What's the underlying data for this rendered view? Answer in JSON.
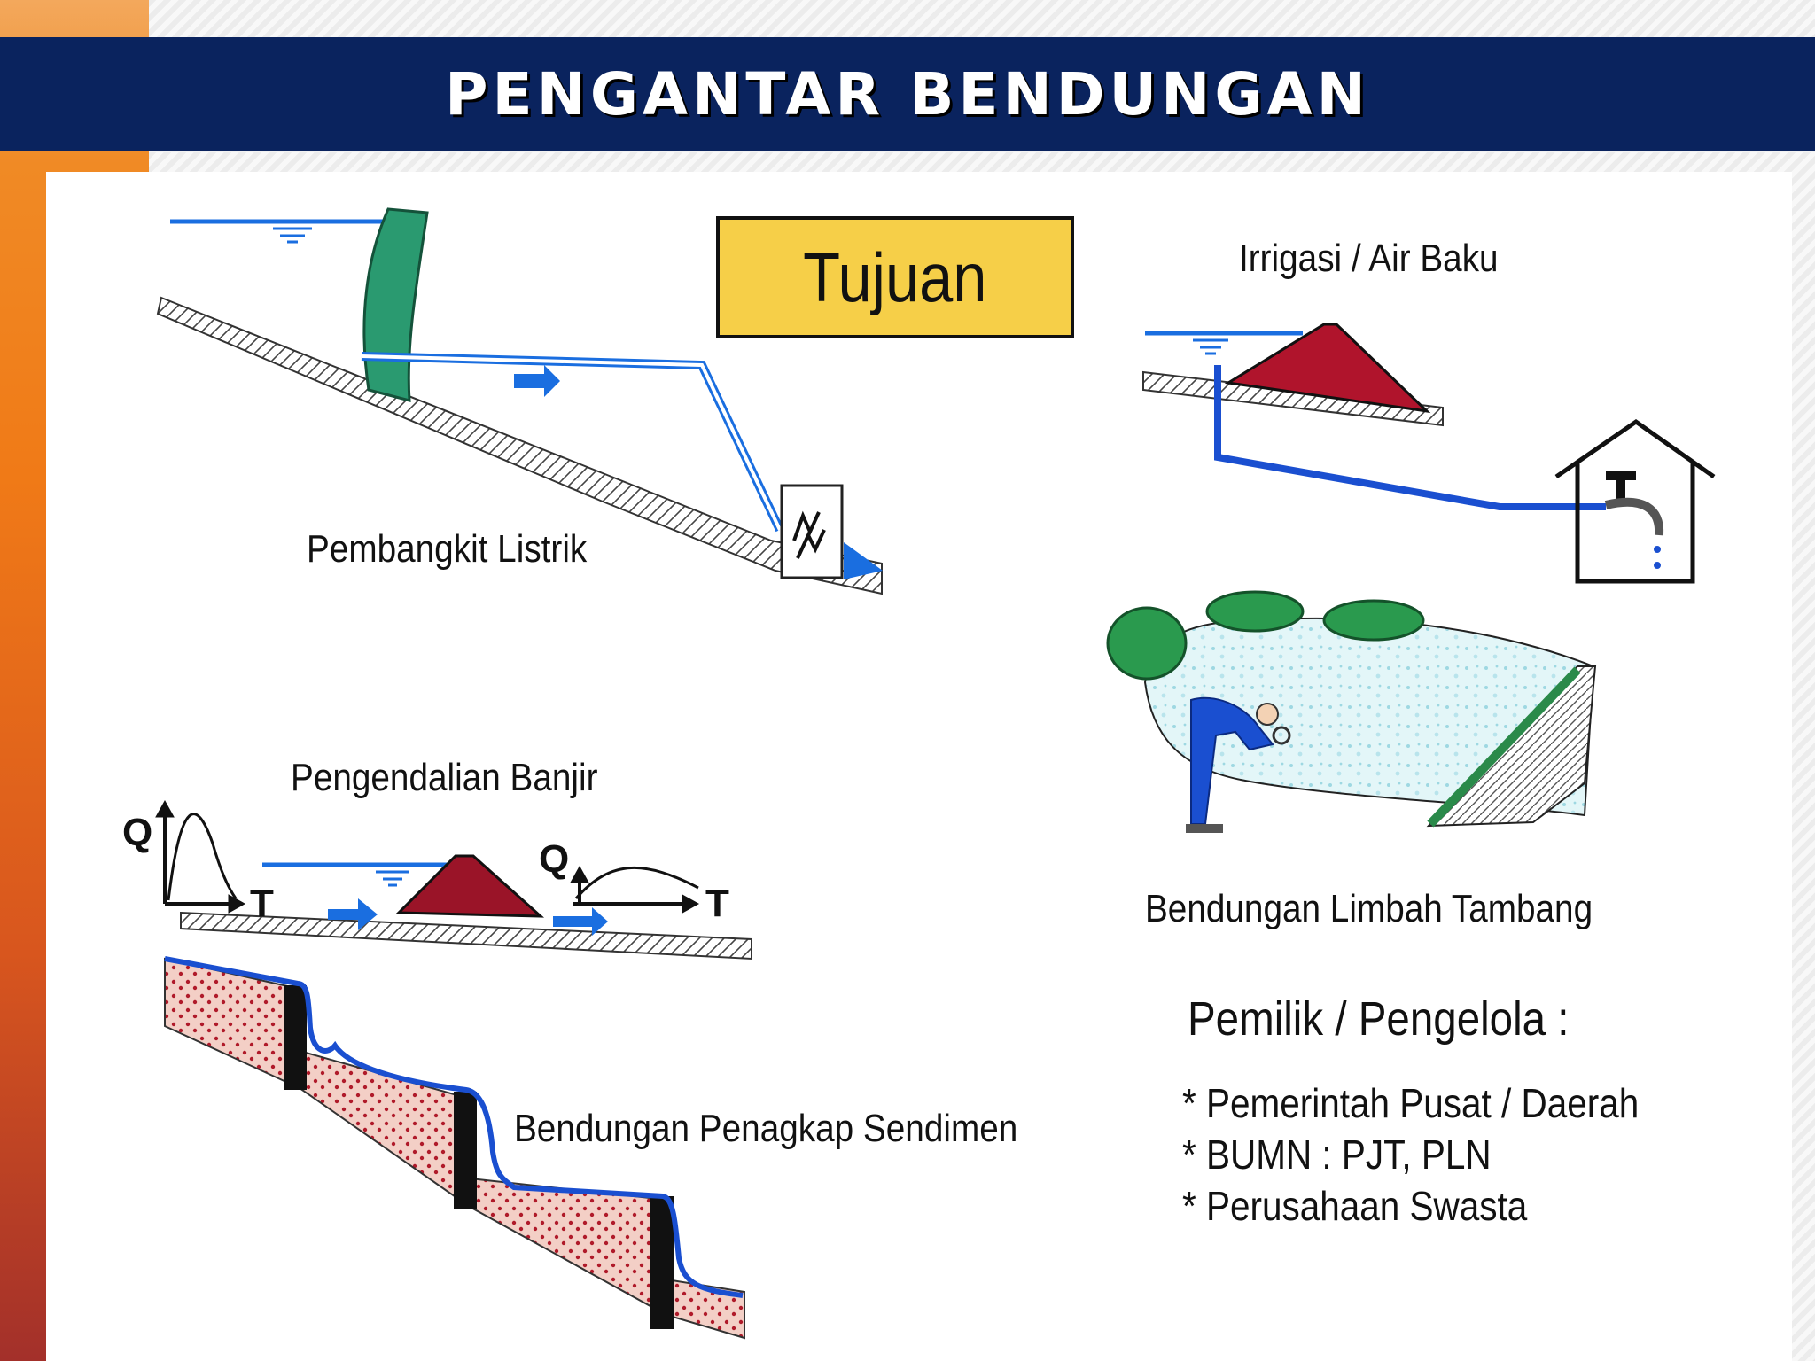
{
  "header": {
    "title": "PENGANTAR BENDUNGAN"
  },
  "tujuan": {
    "label": "Tujuan"
  },
  "labels": {
    "pembangkit": "Pembangkit Listrik",
    "irrigasi": "Irrigasi / Air Baku",
    "banjir": "Pengendalian Banjir",
    "limbah": "Bendungan Limbah Tambang",
    "sedimen": "Bendungan Penagkap Sendimen"
  },
  "flood_axes": {
    "q_left": "Q",
    "t_left": "T",
    "q_right": "Q",
    "t_right": "T"
  },
  "owners": {
    "title": "Pemilik / Pengelola :",
    "items": [
      "* Pemerintah Pusat / Daerah",
      "* BUMN : PJT, PLN",
      "* Perusahaan Swasta"
    ]
  },
  "colors": {
    "header_bg": "#0a235e",
    "water": "#1a6ee0",
    "dam_red": "#b0142c",
    "dam_green": "#2a9a70",
    "tujuan_bg": "#f6cf48",
    "sediment": "#f2c8c0"
  }
}
